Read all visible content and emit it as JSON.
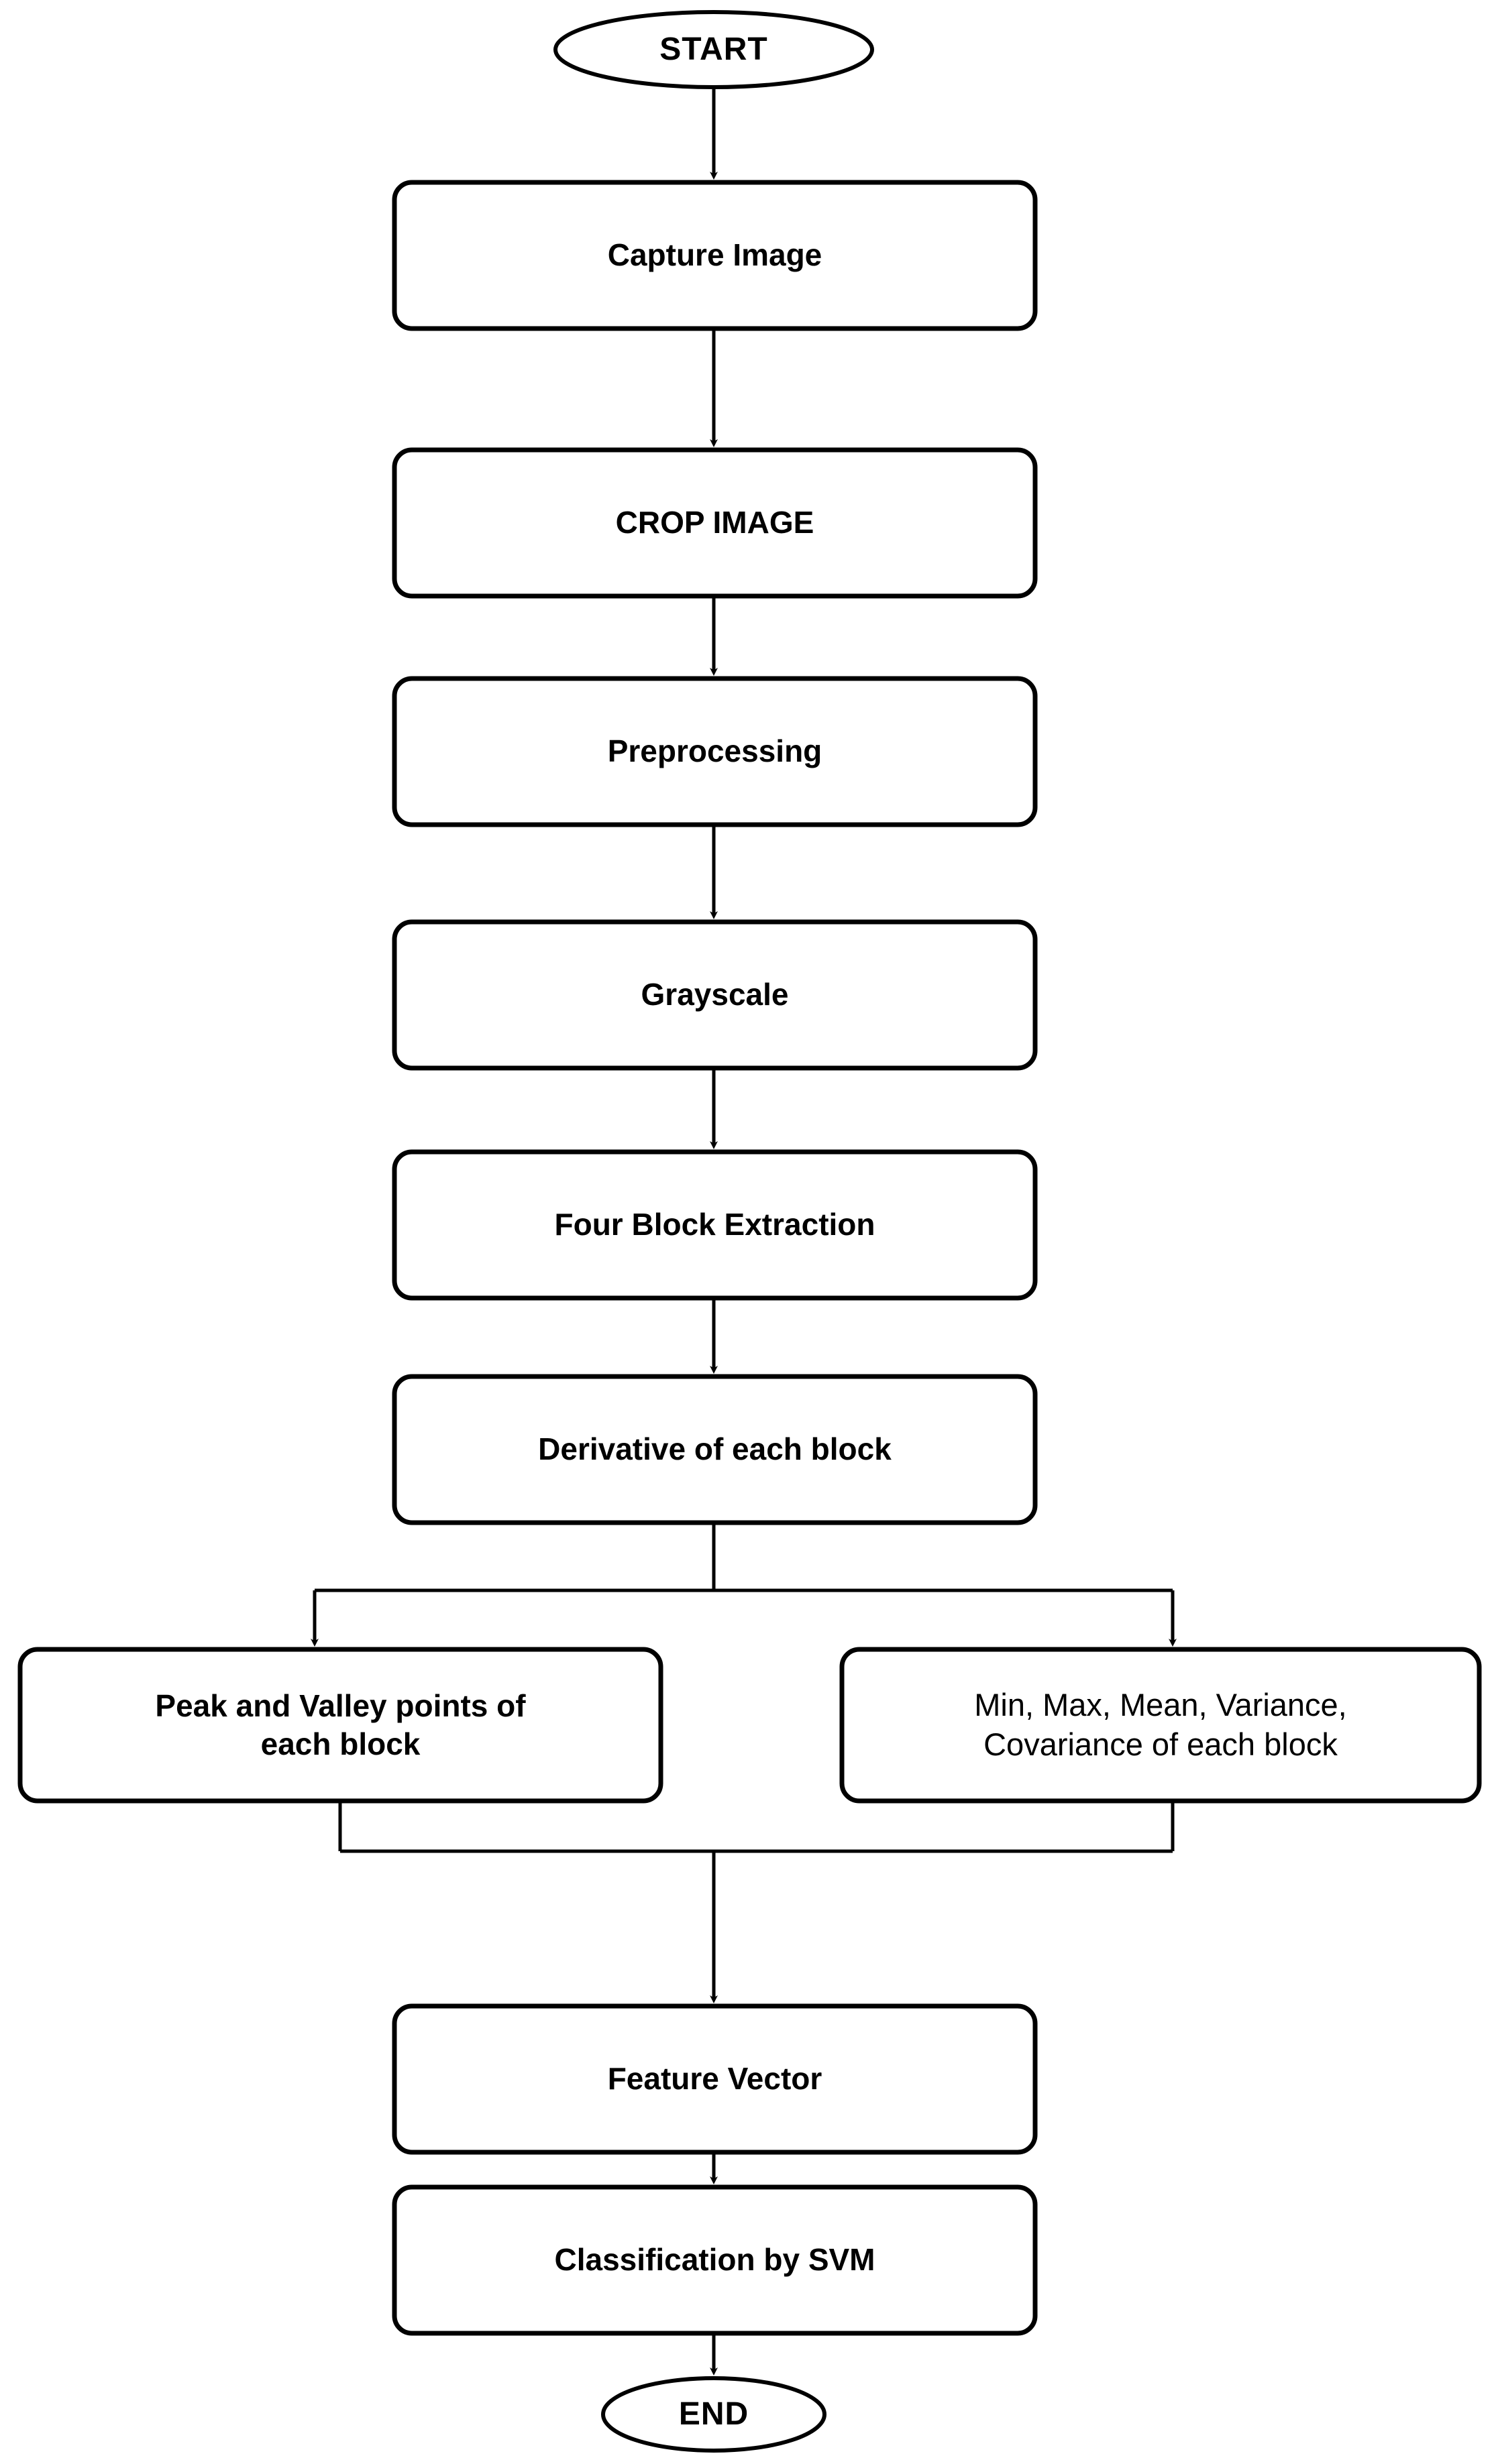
{
  "diagram": {
    "type": "flowchart",
    "title": "Image classification processing pipeline flowchart",
    "orientation": "top-to-bottom",
    "background_color": "#ffffff",
    "stroke_color": "#000000",
    "text_color": "#000000",
    "nodes": [
      {
        "id": "start",
        "shape": "ellipse",
        "label": "START",
        "bold": true
      },
      {
        "id": "capture",
        "shape": "rounded-rectangle",
        "label": "Capture Image",
        "bold": true
      },
      {
        "id": "crop",
        "shape": "rounded-rectangle",
        "label": "CROP IMAGE",
        "bold": true
      },
      {
        "id": "preprocess",
        "shape": "rounded-rectangle",
        "label": "Preprocessing",
        "bold": true
      },
      {
        "id": "grayscale",
        "shape": "rounded-rectangle",
        "label": "Grayscale",
        "bold": true
      },
      {
        "id": "fourblock",
        "shape": "rounded-rectangle",
        "label": "Four Block Extraction",
        "bold": true
      },
      {
        "id": "derivative",
        "shape": "rounded-rectangle",
        "label": "Derivative of each block",
        "bold": true
      },
      {
        "id": "peakvalley",
        "shape": "rounded-rectangle",
        "label": "Peak and Valley points of\neach block",
        "bold": true
      },
      {
        "id": "stats",
        "shape": "rounded-rectangle",
        "label": "Min, Max, Mean, Variance,\nCovariance of each block",
        "bold": false
      },
      {
        "id": "feature",
        "shape": "rounded-rectangle",
        "label": "Feature Vector",
        "bold": true
      },
      {
        "id": "classify",
        "shape": "rounded-rectangle",
        "label": "Classification by SVM",
        "bold": true
      },
      {
        "id": "end",
        "shape": "ellipse",
        "label": "END",
        "bold": true
      }
    ],
    "edges": [
      {
        "from": "start",
        "to": "capture",
        "style": "arrow"
      },
      {
        "from": "capture",
        "to": "crop",
        "style": "arrow"
      },
      {
        "from": "crop",
        "to": "preprocess",
        "style": "arrow"
      },
      {
        "from": "preprocess",
        "to": "grayscale",
        "style": "arrow"
      },
      {
        "from": "grayscale",
        "to": "fourblock",
        "style": "arrow"
      },
      {
        "from": "fourblock",
        "to": "derivative",
        "style": "arrow"
      },
      {
        "from": "derivative",
        "to": "peakvalley",
        "style": "split-arrow"
      },
      {
        "from": "derivative",
        "to": "stats",
        "style": "split-arrow"
      },
      {
        "from": "peakvalley",
        "to": "feature",
        "style": "merge"
      },
      {
        "from": "stats",
        "to": "feature",
        "style": "merge"
      },
      {
        "from": "feature",
        "to": "classify",
        "style": "arrow"
      },
      {
        "from": "classify",
        "to": "end",
        "style": "arrow"
      }
    ]
  }
}
